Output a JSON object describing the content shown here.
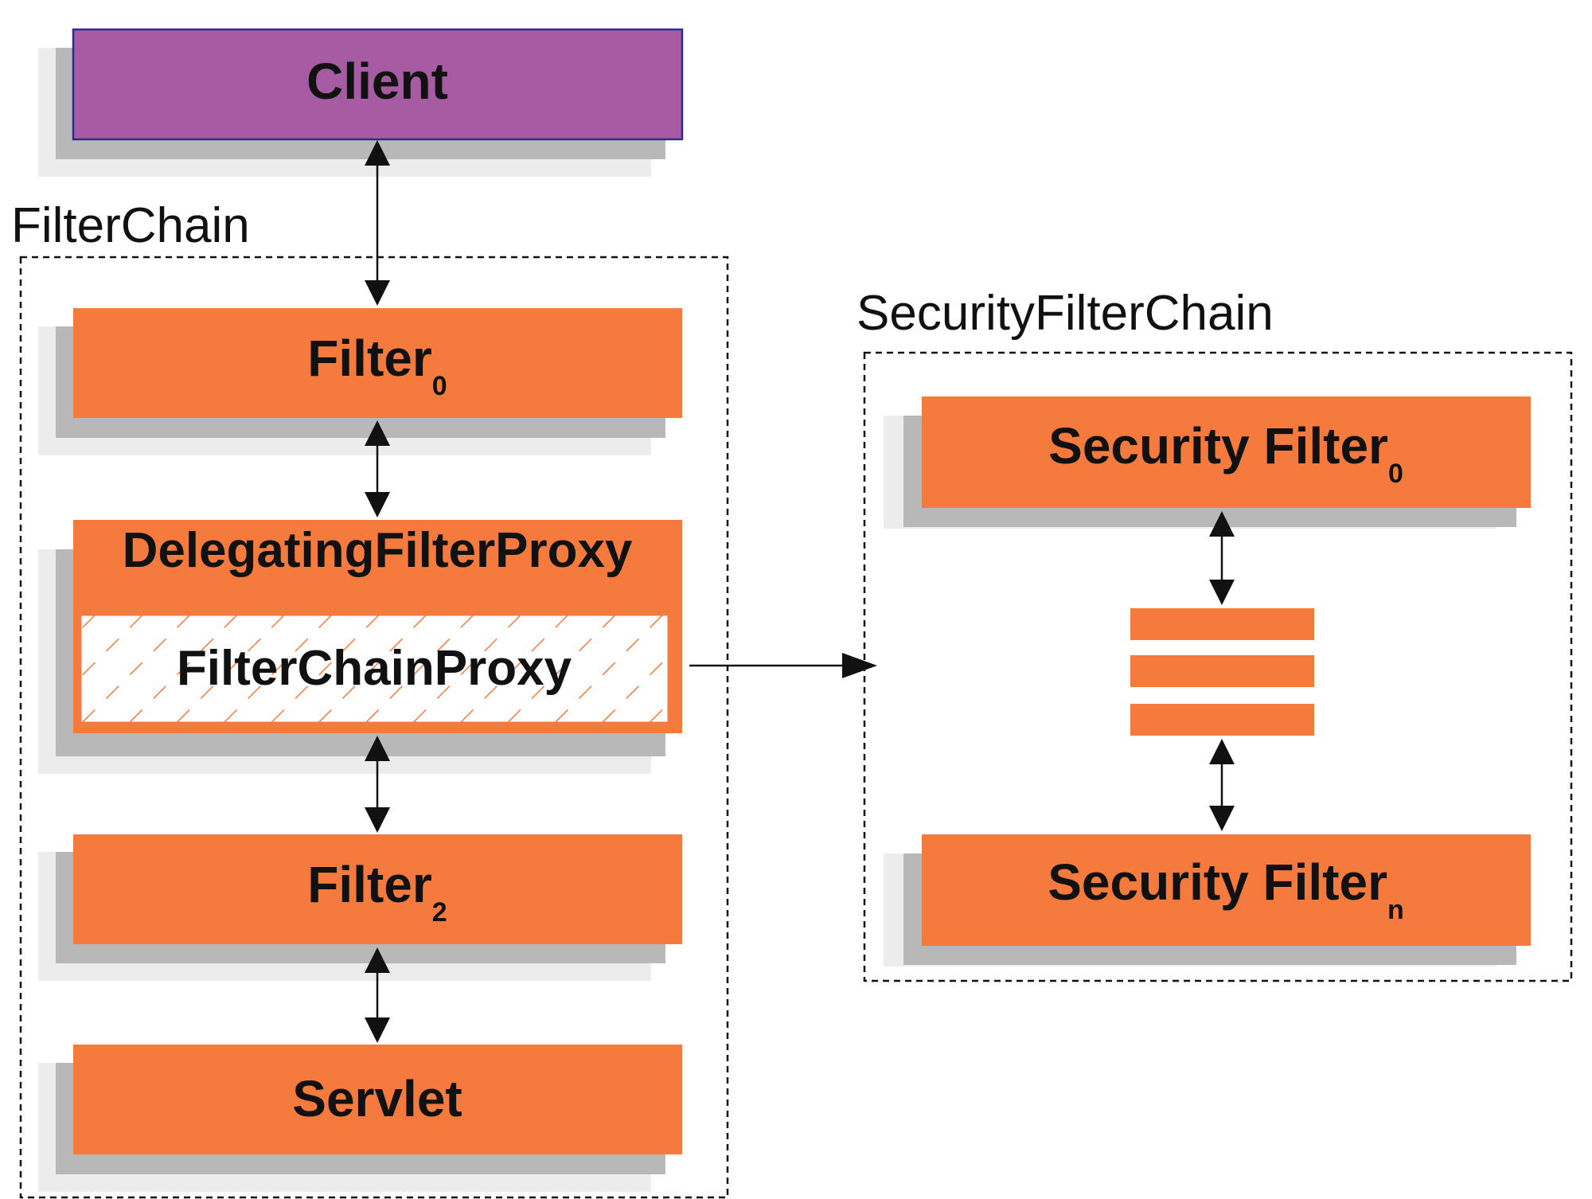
{
  "colors": {
    "client_fill": "#a65ba3",
    "client_border": "#2a2a9a",
    "filter_fill": "#f47a3e",
    "shadow_dark": "#b8b8b8",
    "shadow_light": "#ececec",
    "text": "#111111",
    "hatch": "#f47a3e"
  },
  "client": {
    "label": "Client"
  },
  "filter_chain": {
    "title": "FilterChain",
    "filter0": {
      "label": "Filter",
      "sub": "0"
    },
    "proxy": {
      "outer_label": "DelegatingFilterProxy",
      "inner_label": "FilterChainProxy"
    },
    "filter2": {
      "label": "Filter",
      "sub": "2"
    },
    "servlet": {
      "label": "Servlet"
    }
  },
  "security_filter_chain": {
    "title": "SecurityFilterChain",
    "first": {
      "label": "Security Filter",
      "sub": "0"
    },
    "last": {
      "label": "Security Filter",
      "sub": "n"
    },
    "stack_bar_count": 3
  }
}
